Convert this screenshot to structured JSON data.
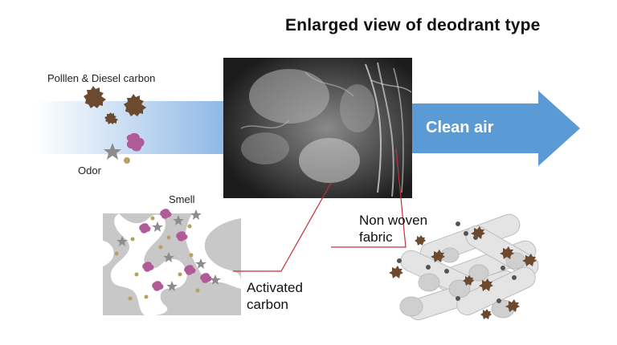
{
  "title": "Enlarged view of deodrant type",
  "labels": {
    "pollen": "Polllen & Diesel carbon",
    "odor": "Odor",
    "clean_air": "Clean air",
    "smell": "Smell",
    "non_woven_line1": "Non woven",
    "non_woven_line2": "fabric",
    "activated_line1": "Activated",
    "activated_line2": "carbon"
  },
  "colors": {
    "arrow_blue": "#5b9bd5",
    "leader_line": "#c0303c",
    "pollen_brown": "#6b4a30",
    "odor_pink": "#b05a98",
    "star_gray": "#808080",
    "dot_gold": "#b8a060",
    "carbon_gray": "#c8c8c8"
  }
}
